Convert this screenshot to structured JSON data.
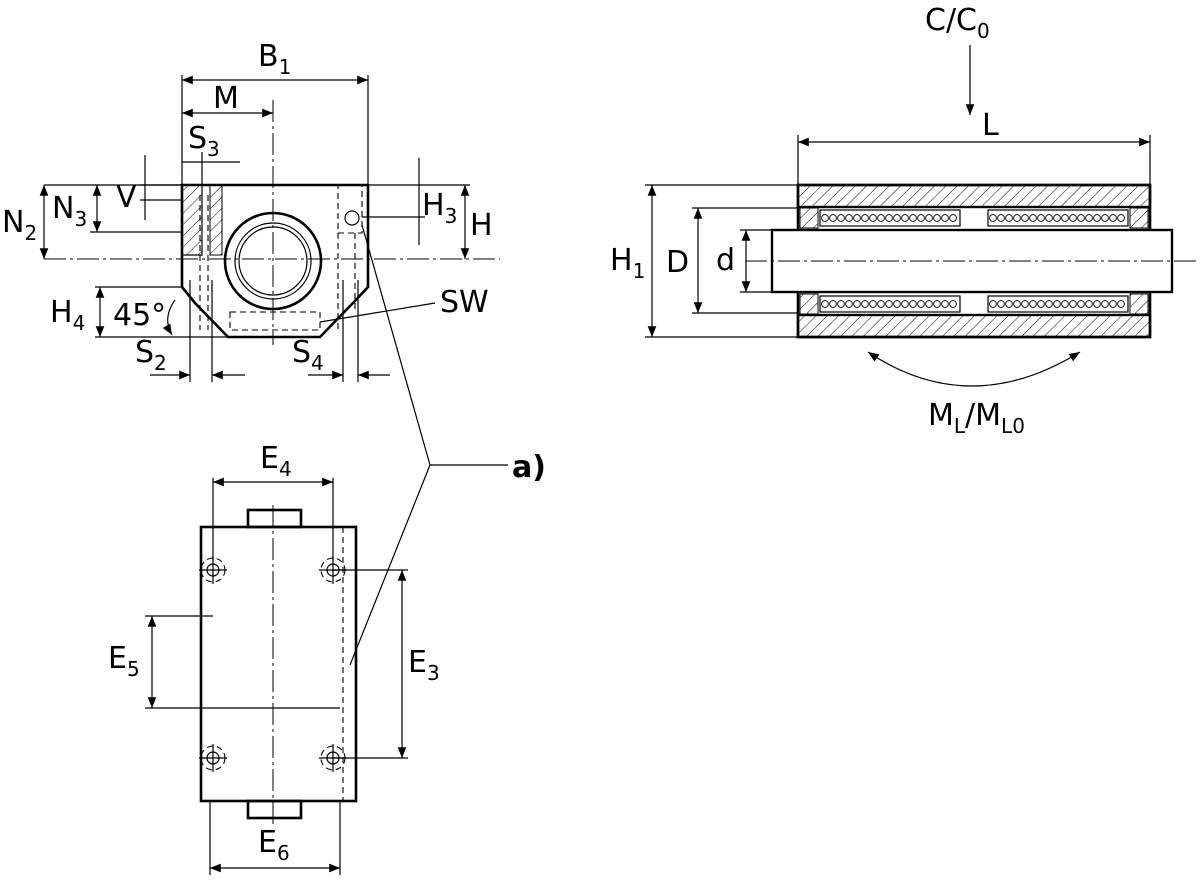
{
  "labels": {
    "b1": "B",
    "b1_sub": "1",
    "m": "M",
    "s3": "S",
    "s3_sub": "3",
    "v": "V",
    "n3": "N",
    "n3_sub": "3",
    "n2": "N",
    "n2_sub": "2",
    "h3": "H",
    "h3_sub": "3",
    "h": "H",
    "h4": "H",
    "h4_sub": "4",
    "angle": "45°",
    "sw": "SW",
    "s2": "S",
    "s2_sub": "2",
    "s4": "S",
    "s4_sub": "4",
    "e4": "E",
    "e4_sub": "4",
    "e5": "E",
    "e5_sub": "5",
    "e3": "E",
    "e3_sub": "3",
    "e6": "E",
    "e6_sub": "6",
    "a": "a)",
    "load": "C/C",
    "load_sub": "0",
    "l": "L",
    "h1": "H",
    "h1_sub": "1",
    "d_big": "D",
    "d_small": "d",
    "moment_a": "M",
    "moment_a_sub": "L",
    "moment_sep": "/M",
    "moment_b_sub": "L0"
  }
}
